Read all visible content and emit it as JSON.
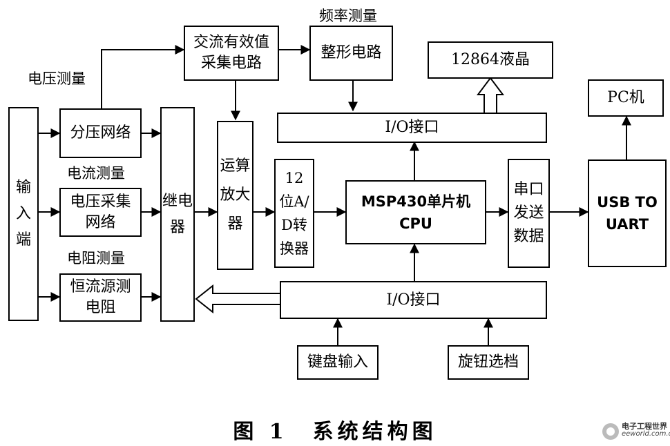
{
  "blocks": {
    "input": "输入端",
    "divider": "分压网络",
    "voltage_sampling": "电压采集网络",
    "constant_current": "恒流源测电阻",
    "relay": "继电器",
    "ac_rms": "交流有效值采集电路",
    "amplifier": "运算放大器",
    "adc": "12位A/D转换器",
    "shaping": "整形电路",
    "lcd": "12864液晶",
    "io_top": "I/O接口",
    "io_bottom": "I/O接口",
    "mcu": "MSP430单片机 CPU",
    "serial": "串口发送数据",
    "usb": "USB TO UART",
    "pc": "PC机",
    "keyboard": "键盘输入",
    "knob": "旋钮选档"
  },
  "labels": {
    "voltage_measure": "电压测量",
    "current_measure": "电流测量",
    "resistance_measure": "电阻测量",
    "frequency_measure": "频率测量"
  },
  "caption": "图 1　系统结构图",
  "watermark": {
    "line1": "电子工程世界",
    "line2": "eeworld.com.cn"
  }
}
